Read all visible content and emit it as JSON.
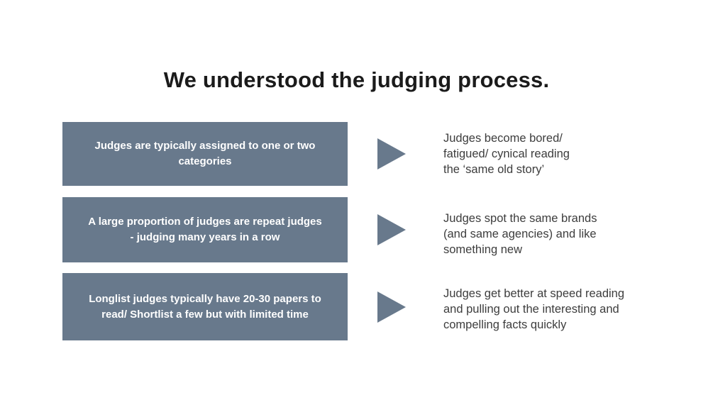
{
  "slide": {
    "title": "We understood the judging process.",
    "rows": [
      {
        "box_label": "Judges are typically assigned to one or two\ncategories",
        "note": "Judges become bored/\nfatigued/ cynical reading\nthe ‘same old story’"
      },
      {
        "box_label": "A large proportion of judges are repeat judges\n- judging many years in a row",
        "note": "Judges spot the same brands\n(and same agencies) and like\nsomething new"
      },
      {
        "box_label": "Longlist judges typically have 20-30 papers to\nread/ Shortlist a few but with limited time",
        "note": "Judges get better at speed reading\nand pulling out the interesting and\ncompelling facts quickly"
      }
    ],
    "icons": [
      {
        "name": "right-arrow-icon",
        "glyph": "triangle-right"
      }
    ],
    "colors": {
      "background": "#ffffff",
      "box_fill": "#68798c",
      "arrow_fill": "#68798c",
      "box_text": "#ffffff",
      "note_text": "#3d3d3d",
      "title_text": "#1b1b1b"
    }
  }
}
